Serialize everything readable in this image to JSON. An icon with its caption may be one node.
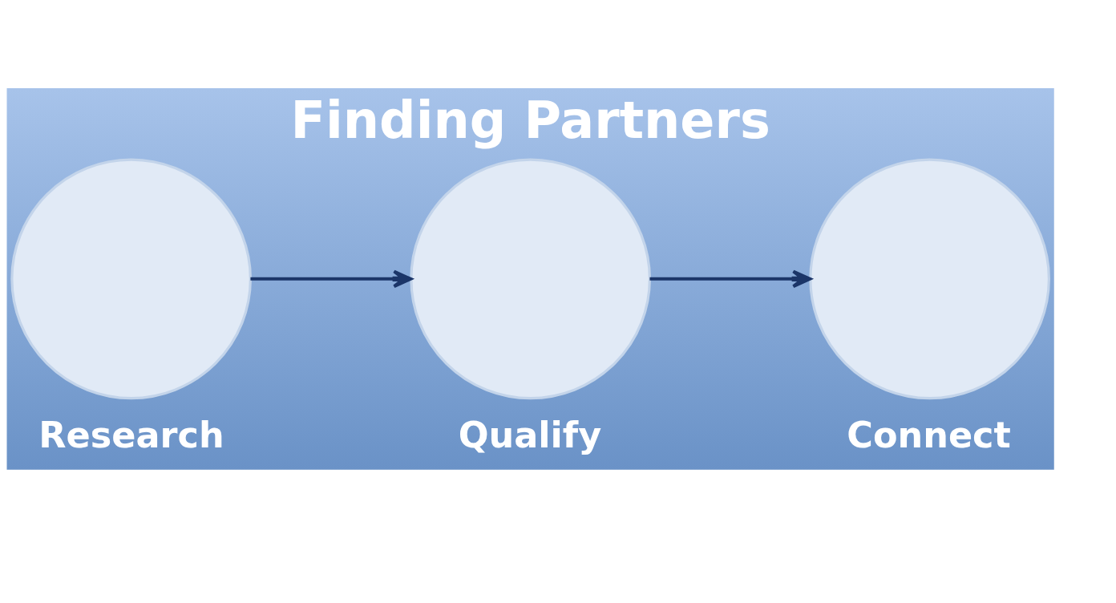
{
  "diagram": {
    "title": "Finding Partners",
    "nodes": [
      {
        "text": [
          "Research"
        ]
      },
      {
        "text": [
          "Qualify"
        ]
      },
      {
        "text": [
          "Connect"
        ]
      }
    ],
    "edges": [
      {
        "from": 0,
        "to": 1,
        "arrow": "to"
      },
      {
        "from": 1,
        "to": 2,
        "arrow": "to"
      }
    ]
  }
}
